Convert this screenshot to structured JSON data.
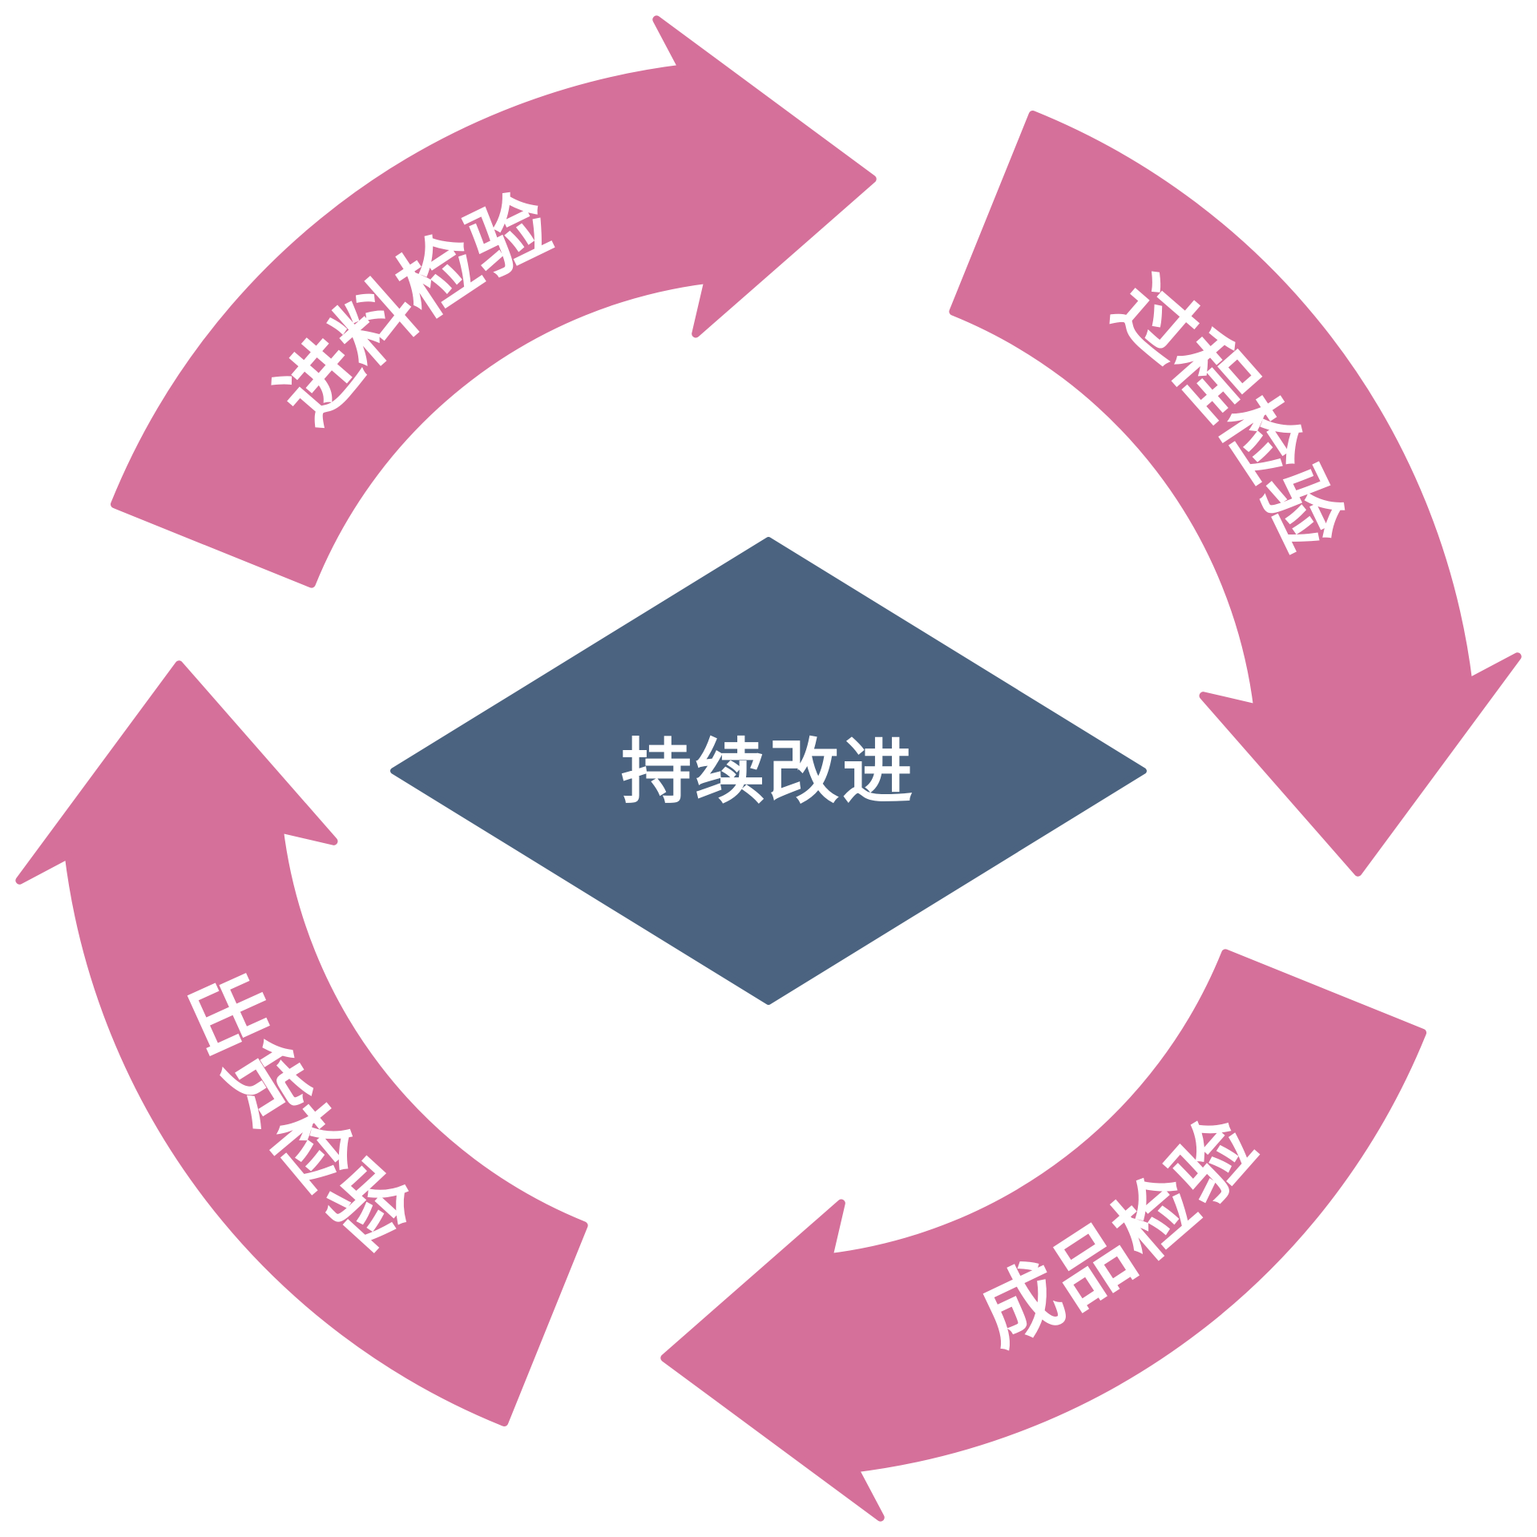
{
  "diagram": {
    "title": "quality-inspection-cycle",
    "center": {
      "label": "持续改进"
    },
    "arrows": [
      {
        "position": "top-left",
        "label": "进料检验"
      },
      {
        "position": "right",
        "label": "过程检验"
      },
      {
        "position": "bottom-right",
        "label": "成品检验"
      },
      {
        "position": "left",
        "label": "出货检验"
      }
    ],
    "colors": {
      "arrow": "#d5709a",
      "diamond": "#4b6380",
      "label_text": "#ffffff",
      "background": "#ffffff"
    }
  }
}
